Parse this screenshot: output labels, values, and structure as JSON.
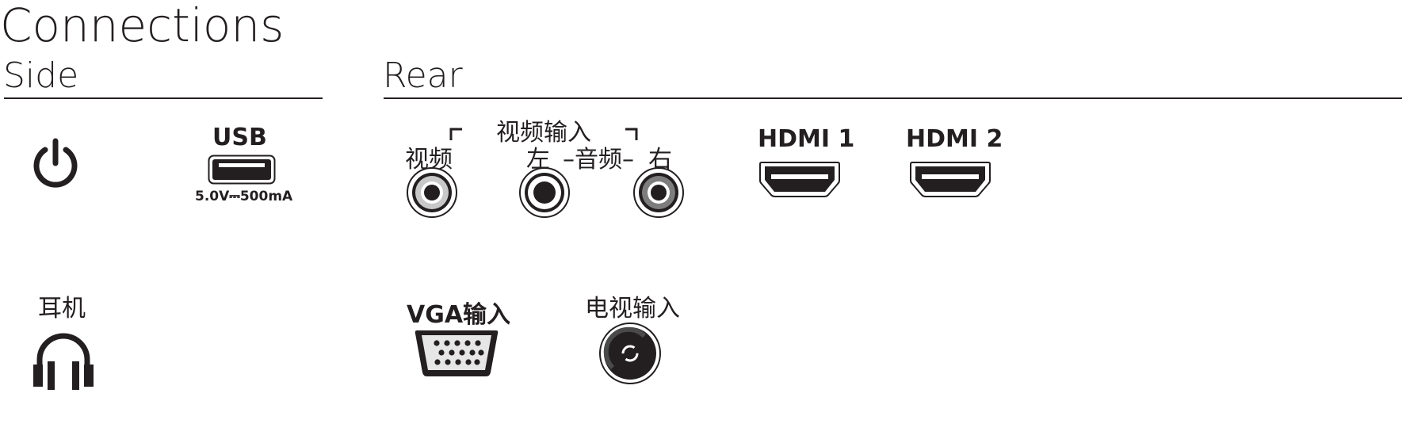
{
  "title": "Connections",
  "sections": {
    "side": "Side",
    "rear": "Rear"
  },
  "side_ports": {
    "usb_label": "USB",
    "usb_rating": "5.0V⎓500mA",
    "headphone_label": "耳机"
  },
  "rear_ports": {
    "av_group_label": "视频输入",
    "video_label": "视频",
    "left_label": "左",
    "audio_label": "–音频–",
    "right_label": "右",
    "hdmi1_label": "HDMI 1",
    "hdmi2_label": "HDMI 2",
    "vga_label": "VGA输入",
    "tv_label": "电视输入"
  },
  "icons": {
    "power": "power-icon",
    "usb": "usb-port-icon",
    "headphone": "headphone-icon",
    "rca": "rca-jack-icon",
    "hdmi": "hdmi-port-icon",
    "vga": "vga-port-icon",
    "coax": "coax-antenna-icon"
  }
}
